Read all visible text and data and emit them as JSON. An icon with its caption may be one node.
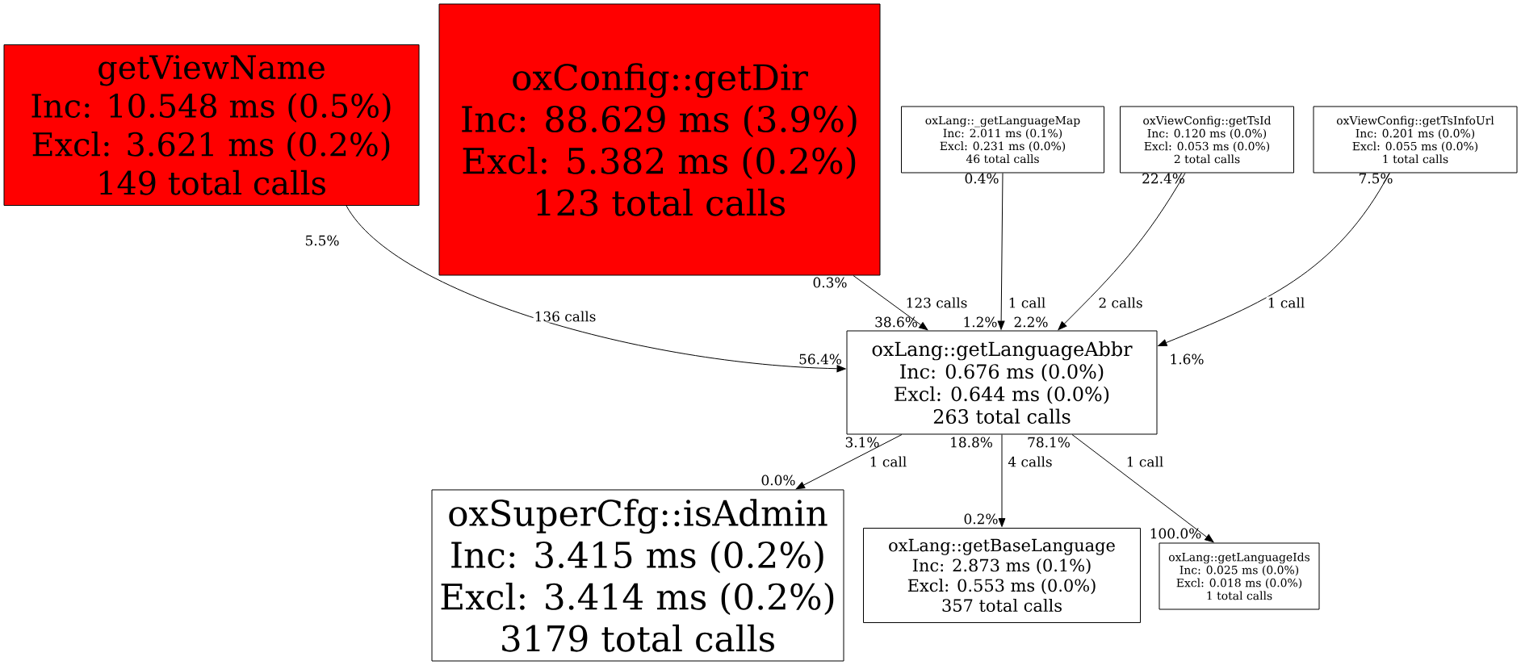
{
  "diagram": {
    "nodes": [
      {
        "text": [
          "getViewName",
          "Inc: 10.548 ms (0.5%)",
          "Excl: 3.621 ms (0.2%)",
          "149 total calls"
        ]
      },
      {
        "text": [
          "oxConfig::getDir",
          "Inc: 88.629 ms (3.9%)",
          "Excl: 5.382 ms (0.2%)",
          "123 total calls"
        ]
      },
      {
        "text": [
          "oxLang::_getLanguageMap",
          "Inc: 2.011 ms (0.1%)",
          "Excl: 0.231 ms (0.0%)",
          "46 total calls"
        ]
      },
      {
        "text": [
          "oxViewConfig::getTsId",
          "Inc: 0.120 ms (0.0%)",
          "Excl: 0.053 ms (0.0%)",
          "2 total calls"
        ]
      },
      {
        "text": [
          "oxViewConfig::getTsInfoUrl",
          "Inc: 0.201 ms (0.0%)",
          "Excl: 0.055 ms (0.0%)",
          "1 total calls"
        ]
      },
      {
        "text": [
          "oxLang::getLanguageAbbr",
          "Inc: 0.676 ms (0.0%)",
          "Excl: 0.644 ms (0.0%)",
          "263 total calls"
        ]
      },
      {
        "text": [
          "oxSuperCfg::isAdmin",
          "Inc: 3.415 ms (0.2%)",
          "Excl: 3.414 ms (0.2%)",
          "3179 total calls"
        ]
      },
      {
        "text": [
          "oxLang::getBaseLanguage",
          "Inc: 2.873 ms (0.1%)",
          "Excl: 0.553 ms (0.0%)",
          "357 total calls"
        ]
      },
      {
        "text": [
          "oxLang::getLanguageIds",
          "Inc: 0.025 ms (0.0%)",
          "Excl: 0.018 ms (0.0%)",
          "1 total calls"
        ]
      }
    ],
    "edges": [
      {
        "from": 0,
        "to": 5,
        "arrow": "to",
        "label": "136 calls"
      },
      {
        "from": 1,
        "to": 5,
        "arrow": "to",
        "label": "123 calls"
      },
      {
        "from": 2,
        "to": 5,
        "arrow": "to",
        "label": "1 call"
      },
      {
        "from": 3,
        "to": 5,
        "arrow": "to",
        "label": "2 calls"
      },
      {
        "from": 4,
        "to": 5,
        "arrow": "to",
        "label": "1 call"
      },
      {
        "from": 5,
        "to": 6,
        "arrow": "to",
        "label": "1 call"
      },
      {
        "from": 5,
        "to": 7,
        "arrow": "to",
        "label": "4 calls"
      },
      {
        "from": 5,
        "to": 8,
        "arrow": "to",
        "label": "1 call"
      }
    ],
    "labels": [
      "0.4%",
      "22.4%",
      "7.5%",
      "5.5%",
      "0.3%",
      "38.6%",
      "1.2%",
      "2.2%",
      "56.4%",
      "1.6%",
      "3.1%",
      "18.8%",
      "78.1%",
      "0.0%",
      "0.2%",
      "100.0%"
    ]
  }
}
